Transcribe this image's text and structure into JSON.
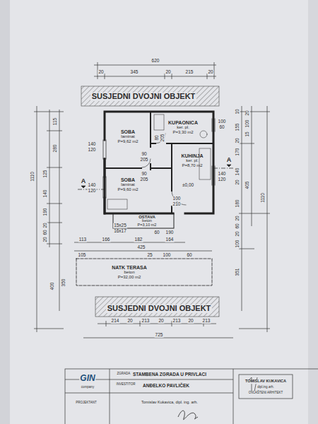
{
  "diagram": {
    "nodes": [
      {
        "text": [
          "SUSJEDNI DVOJNI OBJEKT"
        ]
      },
      {
        "text": [
          "SOBA",
          "laminat",
          "P=9,62 m2"
        ]
      },
      {
        "text": [
          "KUPAONICA",
          "ker. pl.",
          "P=3,30 m2"
        ]
      },
      {
        "text": [
          "KUHINJA",
          "ker. pl.",
          "P=8,70 m2"
        ]
      },
      {
        "text": [
          "SOBA",
          "laminat",
          "P=9,60 m2"
        ]
      },
      {
        "text": [
          "OSTAVA",
          "beton",
          "P=3,10 m2"
        ]
      },
      {
        "text": [
          "NATK TERASA",
          "beton",
          "P=32,00 m2"
        ]
      },
      {
        "text": [
          "SUSJEDNI DVOJNI OBJEKT"
        ]
      }
    ],
    "labels": [
      "620",
      "20",
      "345",
      "20",
      "215",
      "20",
      "1110",
      "115",
      "280",
      "125",
      "140",
      "190",
      "20",
      "60",
      "20",
      "400",
      "350",
      "140",
      "120",
      "140",
      "120",
      "90",
      "205",
      "90",
      "205",
      "80",
      "205",
      "100",
      "60",
      "140",
      "120",
      "100",
      "210",
      "±0,00",
      "15x25",
      "16x17",
      "60",
      "190",
      "113",
      "166",
      "182",
      "164",
      "425",
      "105",
      "25",
      "100",
      "60",
      "10",
      "155",
      "20",
      "170",
      "140",
      "20",
      "180",
      "20",
      "60",
      "20",
      "100",
      "351",
      "20",
      "100",
      "15",
      "405",
      "1110",
      "214",
      "20",
      "213",
      "20",
      "213",
      "20",
      "213",
      "725",
      "A",
      "A",
      "GIN",
      "company",
      "ZGRADA",
      "STAMBENA ZGRADA U PRIVLACI",
      "INVESTITOR",
      "ANĐELKO PAVLIČEK",
      "PROJEKTANT",
      "Tomislav Kukavica, dipl. ing. arh.",
      "TOMISLAV KUKAVICA",
      "dipl.ing.arh.",
      "OVLAŠTENI ARHITEKT"
    ]
  }
}
